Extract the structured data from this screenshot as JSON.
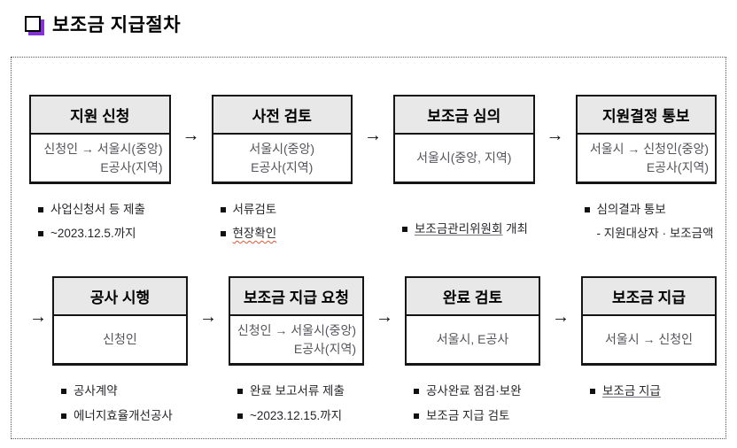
{
  "title": {
    "text": "보조금 지급절차"
  },
  "colors": {
    "header_bg": "#e8e8e8",
    "box_border": "#151515",
    "body_text": "#54545c",
    "bullet_text": "#26262b",
    "accent_purple": "#8433d9",
    "spellcheck_red": "#e0582f",
    "underline_gray": "#73737c",
    "outer_border": "#58585f"
  },
  "flow": {
    "arrow_glyph": "→",
    "rows": [
      {
        "leading_arrow": false,
        "steps": [
          {
            "title": "지원 신청",
            "body_lines": [
              "신청인 → 서울시(중앙)",
              "E공사(지역)"
            ],
            "body_align": "right",
            "bullets": [
              {
                "text": "사업신청서 등 제출"
              },
              {
                "text": "~2023.12.5.까지"
              }
            ]
          },
          {
            "title": "사전 검토",
            "body_lines": [
              "서울시(중앙)",
              "E공사(지역)"
            ],
            "body_align": "center",
            "bullets": [
              {
                "text": "서류검토"
              },
              {
                "text": "현장확인",
                "mark": "wavy"
              }
            ]
          },
          {
            "title": "보조금 심의",
            "body_lines": [
              "서울시(중앙, 지역)"
            ],
            "body_align": "center",
            "bullets": [
              {
                "text": "보조금관리위원회 개최",
                "underline_part": "보조금관리위원회"
              }
            ]
          },
          {
            "title": "지원결정 통보",
            "body_lines": [
              "서울시 → 신청인(중앙)",
              "E공사(지역)"
            ],
            "body_align": "right",
            "bullets": [
              {
                "text": "심의결과 통보"
              },
              {
                "text": "지원대상자 · 보조금액",
                "marker": "dash"
              }
            ]
          }
        ]
      },
      {
        "leading_arrow": true,
        "steps": [
          {
            "title": "공사 시행",
            "body_lines": [
              "신청인"
            ],
            "body_align": "center",
            "bullets": [
              {
                "text": "공사계약"
              },
              {
                "text": "에너지효율개선공사"
              }
            ]
          },
          {
            "title": "보조금 지급 요청",
            "body_lines": [
              "신청인 → 서울시(중앙)",
              "E공사(지역)"
            ],
            "body_align": "right",
            "bullets": [
              {
                "text": "완료 보고서류 제출"
              },
              {
                "text": "~2023.12.15.까지"
              }
            ]
          },
          {
            "title": "완료 검토",
            "body_lines": [
              "서울시, E공사"
            ],
            "body_align": "center",
            "bullets": [
              {
                "text": "공사완료 점검·보완"
              },
              {
                "text": "보조금 지급 검토"
              }
            ]
          },
          {
            "title": "보조금 지급",
            "body_lines": [
              "서울시 → 신청인"
            ],
            "body_align": "center",
            "bullets": [
              {
                "text": "보조금 지급",
                "underline_part": "보조금 지급"
              }
            ]
          }
        ]
      }
    ]
  }
}
